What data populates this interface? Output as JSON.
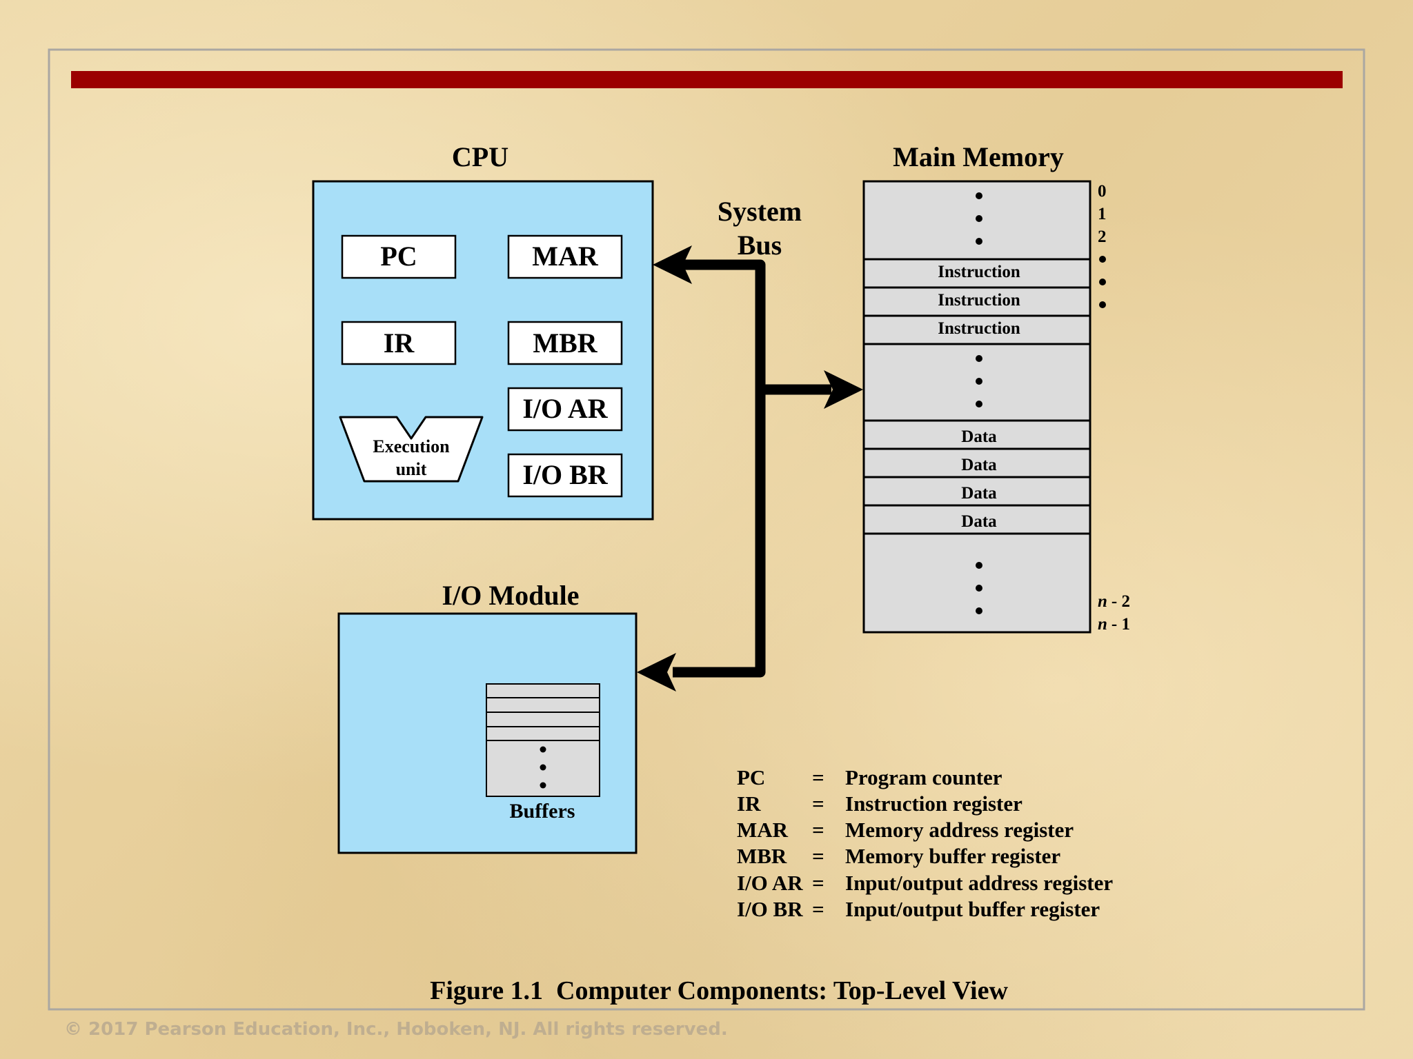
{
  "labels": {
    "cpu": "CPU",
    "main_memory": "Main Memory",
    "system_bus_line1": "System",
    "system_bus_line2": "Bus",
    "io_module": "I/O Module",
    "buffers": "Buffers",
    "execution_unit_line1": "Execution",
    "execution_unit_line2": "unit"
  },
  "registers": {
    "pc": "PC",
    "mar": "MAR",
    "ir": "IR",
    "mbr": "MBR",
    "io_ar": "I/O AR",
    "io_br": "I/O BR"
  },
  "memory": {
    "instruction_rows": [
      "Instruction",
      "Instruction",
      "Instruction"
    ],
    "data_rows": [
      "Data",
      "Data",
      "Data",
      "Data"
    ],
    "addresses_top": [
      "0",
      "1",
      "2"
    ],
    "address_n2": "- 2",
    "address_n1": "- 1",
    "address_var": "n"
  },
  "legend": [
    {
      "abbr": "PC",
      "eq": "=",
      "desc": "Program counter"
    },
    {
      "abbr": "IR",
      "eq": "=",
      "desc": "Instruction register"
    },
    {
      "abbr": "MAR",
      "eq": "=",
      "desc": "Memory address register"
    },
    {
      "abbr": "MBR",
      "eq": "=",
      "desc": "Memory buffer register"
    },
    {
      "abbr": "I/O AR",
      "eq": "=",
      "desc": "Input/output address register"
    },
    {
      "abbr": "I/O BR",
      "eq": "=",
      "desc": "Input/output buffer register"
    }
  ],
  "caption": "Figure 1.1  Computer Components: Top-Level View",
  "copyright": "© 2017 Pearson Education, Inc., Hoboken, NJ. All rights reserved.",
  "colors": {
    "accent_bar": "#9b0000",
    "box_fill": "#a8dff8",
    "memory_fill": "#dcdcdc",
    "frame": "#aaa7a2"
  }
}
